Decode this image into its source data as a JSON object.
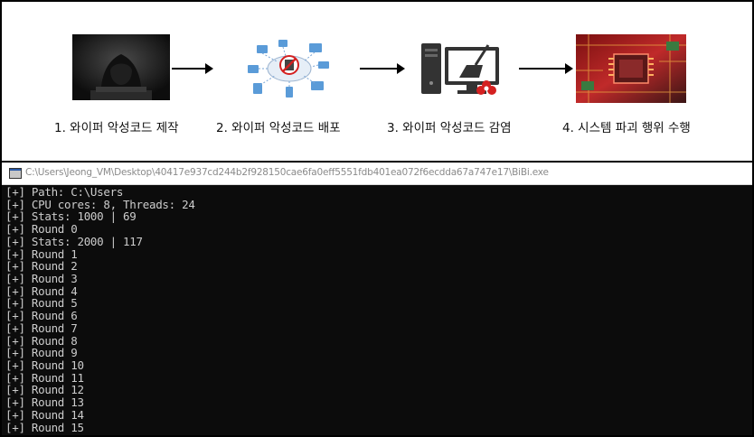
{
  "diagram": {
    "steps": [
      {
        "label": "1. 와이퍼 악성코드 제작",
        "icon": "hacker-hoodie-image"
      },
      {
        "label": "2. 와이퍼 악성코드 배포",
        "icon": "network-devices-icon"
      },
      {
        "label": "3. 와이퍼 악성코드 감염",
        "icon": "infected-computer-icon"
      },
      {
        "label": "4. 시스템 파괴 행위 수행",
        "icon": "burning-circuit-board-image"
      }
    ]
  },
  "console": {
    "title_path": "C:\\Users\\Jeong_VM\\Desktop\\40417e937cd244b2f928150cae6fa0eff5551fdb401ea072f6ecdda67a747e17\\BiBi.exe",
    "lines": [
      "[+] Path: C:\\Users",
      "[+] CPU cores: 8, Threads: 24",
      "[+] Stats: 1000 | 69",
      "[+] Round 0",
      "[+] Stats: 2000 | 117",
      "[+] Round 1",
      "[+] Round 2",
      "[+] Round 3",
      "[+] Round 4",
      "[+] Round 5",
      "[+] Round 6",
      "[+] Round 7",
      "[+] Round 8",
      "[+] Round 9",
      "[+] Round 10",
      "[+] Round 11",
      "[+] Round 12",
      "[+] Round 13",
      "[+] Round 14",
      "[+] Round 15"
    ]
  },
  "colors": {
    "console_bg": "#0c0c0c",
    "console_text": "#cccccc",
    "danger_red": "#d42020"
  }
}
